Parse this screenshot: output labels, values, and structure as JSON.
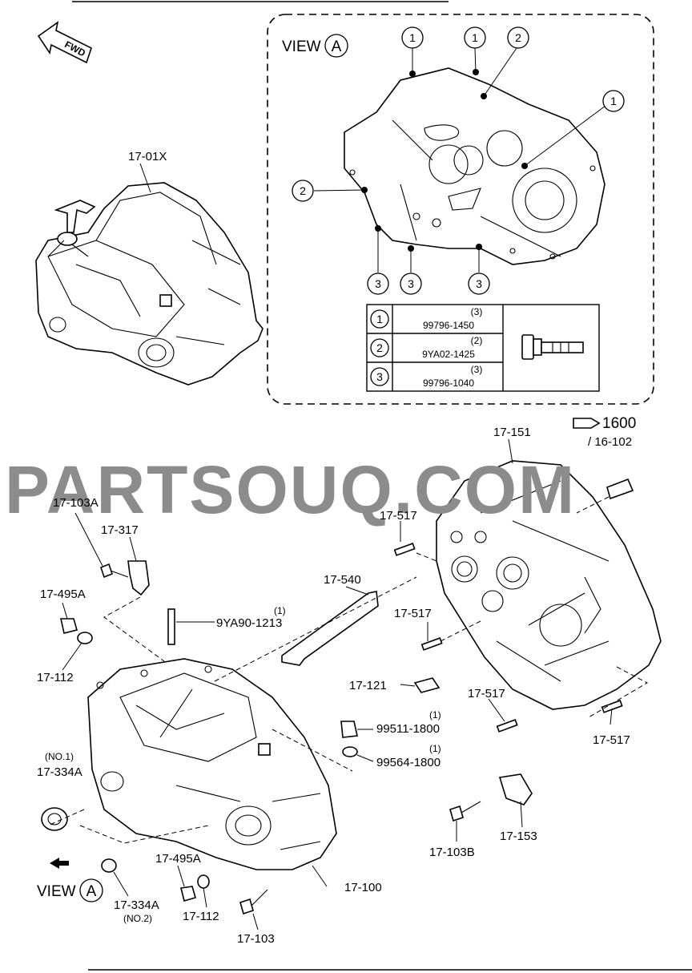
{
  "orientation": {
    "fwd_label": "FWD"
  },
  "view": {
    "word": "VIEW",
    "letter": "A"
  },
  "callout_numbers": [
    "1",
    "2",
    "3"
  ],
  "fastener_table": [
    {
      "callout": "1",
      "qty": "(3)",
      "part_no": "99796-1450"
    },
    {
      "callout": "2",
      "qty": "(2)",
      "part_no": "9YA02-1425"
    },
    {
      "callout": "3",
      "qty": "(3)",
      "part_no": "99796-1040"
    }
  ],
  "reference": {
    "page": "1600",
    "sub": "/ 16-102"
  },
  "watermark": "PARTSOUQ.COM",
  "labels": {
    "l_17_01x": "17-01X",
    "l_17_151": "17-151",
    "l_17_103a": "17-103A",
    "l_17_317": "17-317",
    "l_17_517_a": "17-517",
    "l_17_540": "17-540",
    "l_17_495a_top": "17-495A",
    "l_9ya90": "9YA90-1213",
    "l_9ya90_qty": "(1)",
    "l_17_517_b": "17-517",
    "l_17_112_top": "17-112",
    "l_17_121": "17-121",
    "l_17_517_c": "17-517",
    "l_99511": "99511-1800",
    "l_99511_qty": "(1)",
    "l_17_517_d": "17-517",
    "l_no1": "(NO.1)",
    "l_17_334a_top": "17-334A",
    "l_99564": "99564-1800",
    "l_99564_qty": "(1)",
    "l_17_153": "17-153",
    "l_17_103b": "17-103B",
    "l_17_495a_bot": "17-495A",
    "l_17_100": "17-100",
    "l_17_334a_bot": "17-334A",
    "l_no2": "(NO.2)",
    "l_17_112_bot": "17-112",
    "l_17_103": "17-103"
  }
}
